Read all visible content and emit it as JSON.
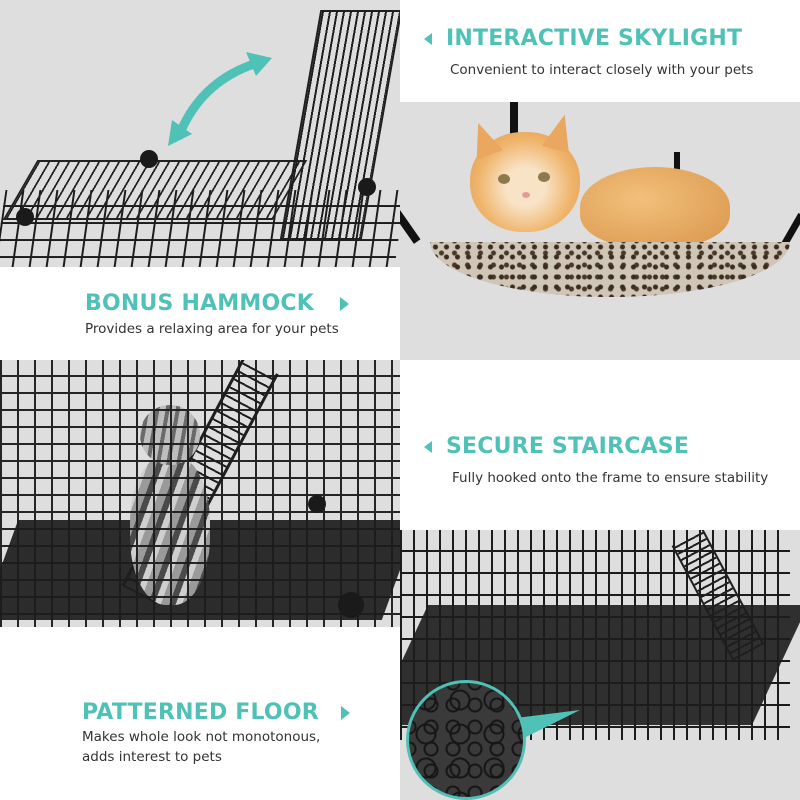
{
  "theme": {
    "accent": "#4fc1b6",
    "text": "#333333",
    "image_bg": "#dedede"
  },
  "features": [
    {
      "id": "interactive-skylight",
      "title": "INTERACTIVE SKYLIGHT",
      "subtitle": "Convenient to interact closely with your pets",
      "arrow": "left",
      "image": "cage-top-with-open-skylight-panel-and-teal-double-arrow"
    },
    {
      "id": "bonus-hammock",
      "title": "BONUS HAMMOCK",
      "subtitle": "Provides a relaxing area for your pets",
      "arrow": "right",
      "image": "orange-kitten-on-leopard-print-hammock"
    },
    {
      "id": "secure-staircase",
      "title": "SECURE STAIRCASE",
      "subtitle": "Fully hooked onto the frame to ensure stability",
      "arrow": "left",
      "image": "tabby-cat-climbing-staircase-inside-wire-cage"
    },
    {
      "id": "patterned-floor",
      "title": "PATTERNED FLOOR",
      "subtitle_line1": "Makes whole look not monotonous,",
      "subtitle_line2": "adds interest to pets",
      "arrow": "right",
      "image": "cage-floor-with-swirl-pattern-magnified-circle"
    }
  ]
}
